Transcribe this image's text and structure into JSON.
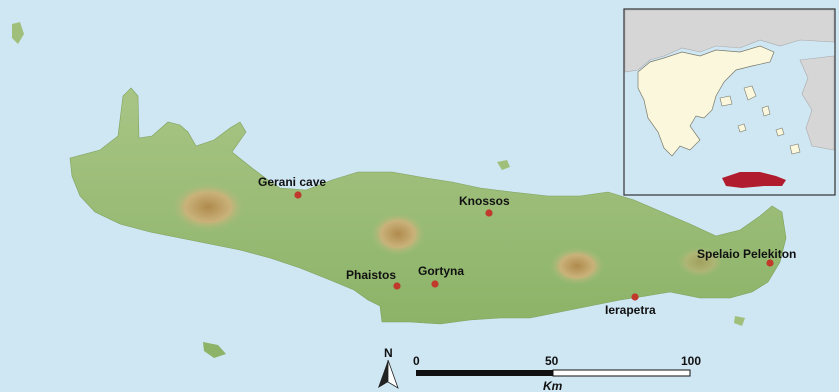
{
  "map": {
    "places": [
      {
        "id": "gerani-cave",
        "name": "Gerani cave"
      },
      {
        "id": "knossos",
        "name": "Knossos"
      },
      {
        "id": "phaistos",
        "name": "Phaistos"
      },
      {
        "id": "gortyna",
        "name": "Gortyna"
      },
      {
        "id": "ierapetra",
        "name": "Ierapetra"
      },
      {
        "id": "spelaio-pelekiton",
        "name": "Spelaio Pelekiton"
      }
    ],
    "marker_color": "#c0392b",
    "sea_color": "#cfe6f3",
    "land_color": "#9fbf7a",
    "highlight_color": "#b01c2e"
  },
  "compass": {
    "label": "N"
  },
  "scale_bar": {
    "ticks": [
      "0",
      "50",
      "100"
    ],
    "unit": "Km"
  }
}
